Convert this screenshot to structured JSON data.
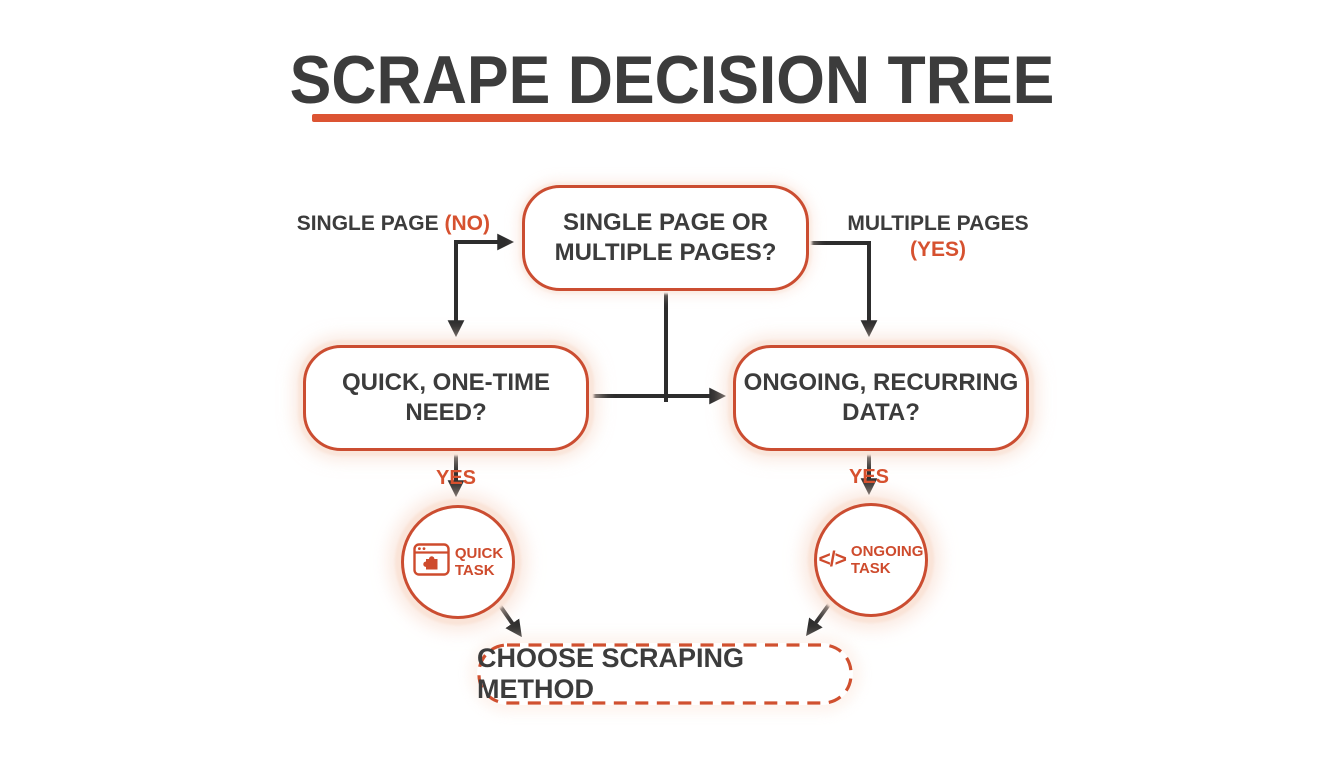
{
  "title": {
    "text": "SCRAPE DECISION TREE"
  },
  "colors": {
    "accent_orange": "#D6512F",
    "node_border": "#CB4D31",
    "connector": "#2D2D2D",
    "heading_text": "#3C3C3C",
    "underline": "#DC5433",
    "glow": "#F8E0D4"
  },
  "tree": {
    "root": {
      "line1": "SINGLE PAGE OR",
      "line2": "MULTIPLE PAGES?"
    },
    "branch_left": {
      "text": "SINGLE PAGE",
      "answer": "(NO)"
    },
    "branch_right": {
      "text": "MULTIPLE PAGES",
      "answer": "(YES)"
    },
    "quick_need": {
      "line1": "QUICK, ONE-TIME",
      "line2": "NEED?"
    },
    "recurring_data": {
      "line1": "ONGOING, RECURRING",
      "line2": "DATA?"
    },
    "yes_left": "YES",
    "yes_right": "YES",
    "task_left": {
      "line1": "QUICK",
      "line2": "TASK",
      "icon": "browser-extension-icon"
    },
    "task_right": {
      "line1": "ONGOING",
      "line2": "TASK",
      "icon": "code-icon",
      "glyph": "</>"
    },
    "result": {
      "label": "CHOOSE SCRAPING METHOD"
    }
  }
}
